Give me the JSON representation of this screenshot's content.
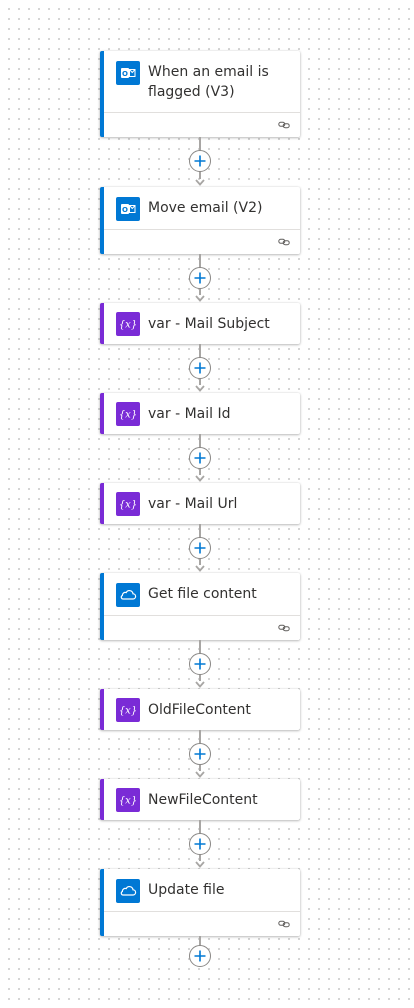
{
  "steps": [
    {
      "title": "When an email is flagged (V3)",
      "connector": "outlook",
      "icon": "outlook-icon",
      "footer": true,
      "accent": "#0078d4"
    },
    {
      "title": "Move email (V2)",
      "connector": "outlook",
      "icon": "outlook-icon",
      "footer": true,
      "accent": "#0078d4"
    },
    {
      "title": "var - Mail Subject",
      "connector": "variable",
      "icon": "variable-icon",
      "footer": false,
      "accent": "#7a2bd6"
    },
    {
      "title": "var - Mail Id",
      "connector": "variable",
      "icon": "variable-icon",
      "footer": false,
      "accent": "#7a2bd6"
    },
    {
      "title": "var - Mail Url",
      "connector": "variable",
      "icon": "variable-icon",
      "footer": false,
      "accent": "#7a2bd6"
    },
    {
      "title": "Get file content",
      "connector": "onedrive",
      "icon": "onedrive-icon",
      "footer": true,
      "accent": "#0078d4"
    },
    {
      "title": "OldFileContent",
      "connector": "variable",
      "icon": "variable-icon",
      "footer": false,
      "accent": "#7a2bd6"
    },
    {
      "title": "NewFileContent",
      "connector": "variable",
      "icon": "variable-icon",
      "footer": false,
      "accent": "#7a2bd6"
    },
    {
      "title": "Update file",
      "connector": "onedrive",
      "icon": "onedrive-icon",
      "footer": true,
      "accent": "#0078d4"
    }
  ],
  "footer_icon": "link-icon",
  "add_button_icon": "plus-icon",
  "colors": {
    "add_button_plus": "#0078d4",
    "connector_line": "#a8a6a4"
  }
}
